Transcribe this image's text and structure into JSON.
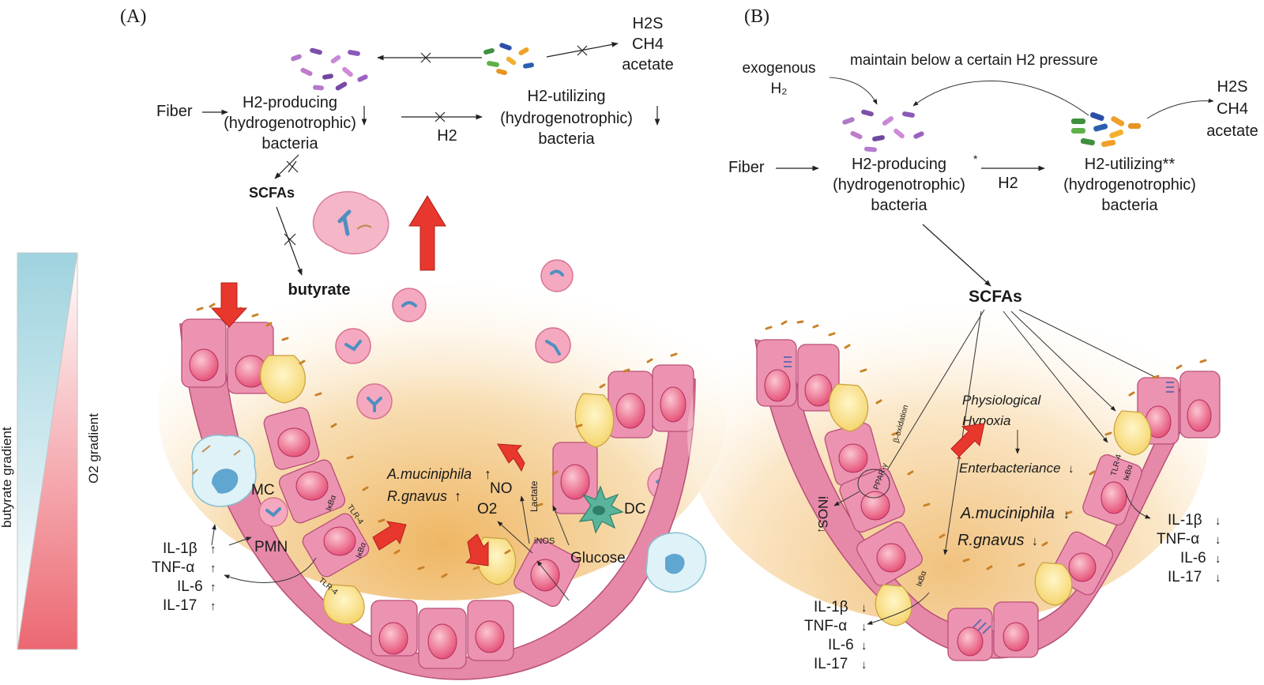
{
  "panel_a": {
    "label": "(A)",
    "fiber": "Fiber",
    "producing": [
      "H2-producing",
      "(hydrogenotrophic)",
      "bacteria"
    ],
    "utilizing": [
      "H2-utilizing",
      "(hydrogenotrophic)",
      "bacteria"
    ],
    "h2": "H2",
    "products": [
      "H2S",
      "CH4",
      "acetate"
    ],
    "scfas": "SCFAs",
    "butyrate": "butyrate",
    "microbes": [
      "A.muciniphila",
      "R.gnavus"
    ],
    "no": "NO",
    "o2": "O2",
    "lactate": "Lactate",
    "inos": "iNOS",
    "glucose": "Glucose",
    "mc": "MC",
    "pmn": "PMN",
    "dc": "DC",
    "tlr4": "TLR-4",
    "ikba": "IκBα",
    "cytokines": [
      "IL-1β",
      "TNF-α",
      "IL-6",
      "IL-17"
    ],
    "gradient_butyrate": "butyrate  gradient",
    "gradient_o2": "O2 gradient"
  },
  "panel_b": {
    "label": "(B)",
    "exogenous": [
      "exogenous",
      "H₂"
    ],
    "maintain": "maintain below a certain H2 pressure",
    "fiber": "Fiber",
    "producing": [
      "H2-producing",
      "(hydrogenotrophic)",
      "bacteria"
    ],
    "utilizing": [
      "H2-utilizing**",
      "(hydrogenotrophic)",
      "bacteria"
    ],
    "h2": "H2",
    "products": [
      "H2S",
      "CH4",
      "acetate"
    ],
    "scfas": "SCFAs",
    "physiological": [
      "Physiological",
      "Hypoxia"
    ],
    "enterbacteriance": "Enterbacteriance",
    "microbes": [
      "A.muciniphila",
      "R.gnavus"
    ],
    "inos": "iNOS",
    "ppar": "PPAR-γ",
    "beta_oxidation": "β-oxidation",
    "tlr4": "TLR-4",
    "ikba": "IκBα",
    "cytokines": [
      "IL-1β",
      "TNF-α",
      "IL-6",
      "IL-17"
    ]
  }
}
